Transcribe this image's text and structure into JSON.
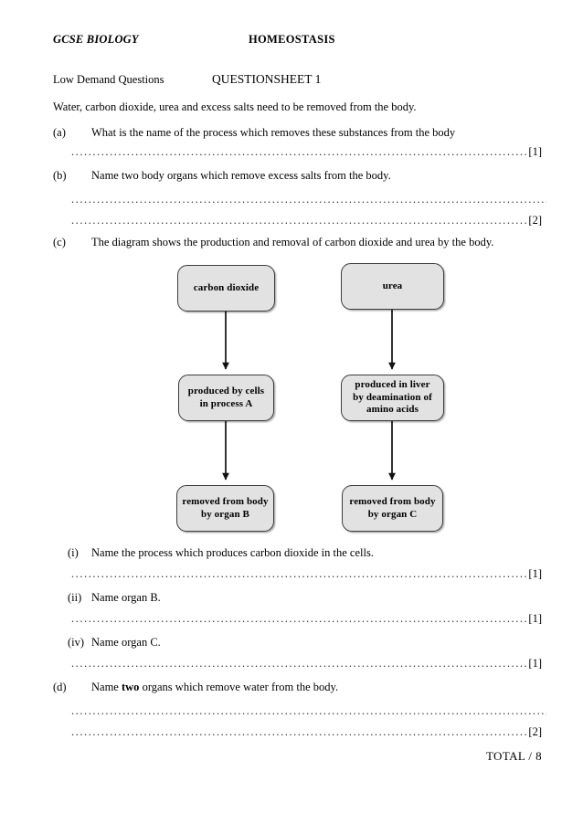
{
  "header": {
    "subject": "GCSE BIOLOGY",
    "topic": "HOMEOSTASIS",
    "demand": "Low Demand Questions",
    "sheet": "QUESTIONSHEET 1"
  },
  "intro": "Water, carbon dioxide, urea and excess salts need to be removed from the body.",
  "questions": {
    "a": {
      "label": "(a)",
      "text": "What is the name of the process which removes these substances from the body",
      "marks": "[1]"
    },
    "b": {
      "label": "(b)",
      "text": "Name two body organs which remove excess salts from the body.",
      "marks": "[2]"
    },
    "c": {
      "label": "(c)",
      "text": "The diagram shows the production and removal of carbon dioxide and urea by the body.",
      "sub": [
        {
          "label": "(i)",
          "text": "Name the process which produces carbon dioxide in the cells.",
          "marks": "[1]"
        },
        {
          "label": "(ii)",
          "text": "Name organ B.",
          "marks": "[1]"
        },
        {
          "label": "(iv)",
          "text": "Name organ C.",
          "marks": "[1]"
        }
      ]
    },
    "d": {
      "label": "(d)",
      "text_before": "Name ",
      "text_bold": "two",
      "text_after": " organs which remove water from the body.",
      "marks": "[2]"
    }
  },
  "diagram": {
    "boxes": [
      {
        "id": "carbon-dioxide",
        "lines": "carbon dioxide"
      },
      {
        "id": "urea",
        "lines": "urea"
      },
      {
        "id": "produced-by-cells",
        "line1": "produced by cells",
        "line2": "in process A"
      },
      {
        "id": "produced-in-liver",
        "line1": "produced in liver",
        "line2": "by deamination of",
        "line3": "amino acids"
      },
      {
        "id": "removed-by-organ-b",
        "line1": "removed from body",
        "line2": "by organ B"
      },
      {
        "id": "removed-by-organ-c",
        "line1": "removed from body",
        "line2": "by organ C"
      }
    ]
  },
  "footer": {
    "total": "TOTAL  / 8"
  },
  "colors": {
    "box_fill": "#e2e2e2",
    "box_border": "#3c3c3c",
    "text": "#000000"
  }
}
